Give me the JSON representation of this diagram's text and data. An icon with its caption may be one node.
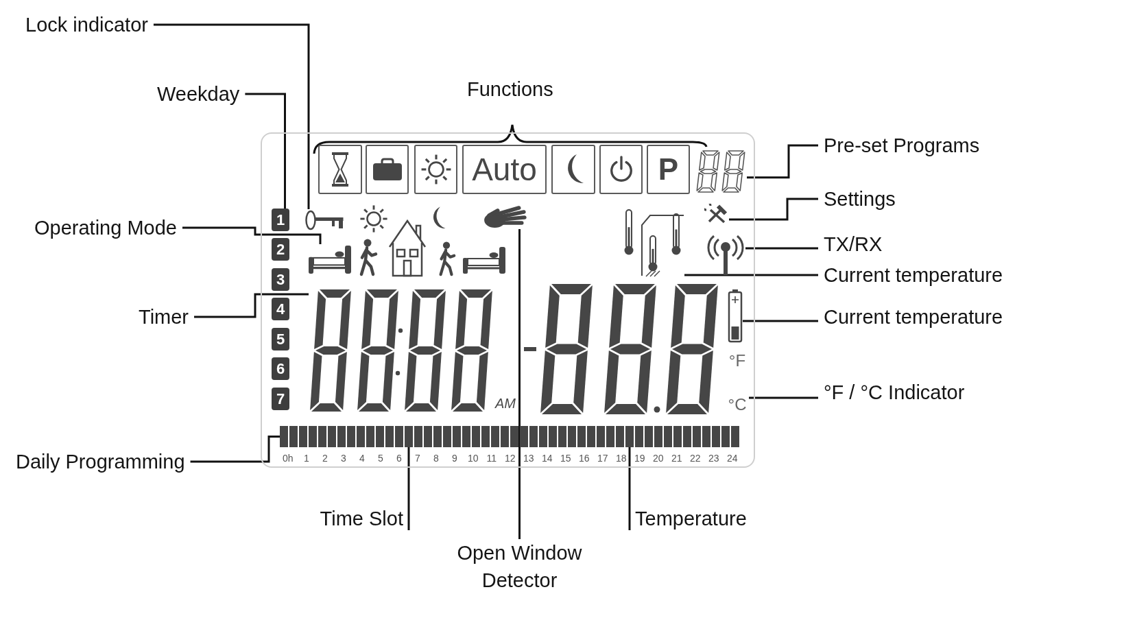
{
  "diagram": {
    "nodes": [
      {
        "text": [
          "Lock indicator"
        ]
      },
      {
        "text": [
          "Weekday"
        ]
      },
      {
        "text": [
          "Pre-set Programs"
        ]
      },
      {
        "text": [
          "Settings"
        ]
      },
      {
        "text": [
          "Operating Mode"
        ]
      },
      {
        "text": [
          "TX/RX"
        ]
      },
      {
        "text": [
          "Current temperature"
        ]
      },
      {
        "text": [
          "Timer"
        ]
      },
      {
        "text": [
          "Current temperature"
        ]
      },
      {
        "text": [
          "°F / °C Indicator"
        ]
      },
      {
        "text": [
          "Daily Programming"
        ]
      },
      {
        "text": [
          "Time Slot"
        ]
      },
      {
        "text": [
          "Temperature"
        ]
      },
      {
        "text": [
          "Open Window Detector"
        ]
      },
      {
        "text": [],
        "shape": "box"
      },
      {
        "text": [],
        "shape": "box",
        "in": 14
      },
      {
        "text": [],
        "shape": "box",
        "in": 14
      },
      {
        "text": [],
        "shape": "box",
        "in": 14
      },
      {
        "text": [
          "Auto"
        ],
        "in": 14
      },
      {
        "text": [],
        "shape": "box",
        "in": 14
      },
      {
        "text": [],
        "shape": "box",
        "in": 14
      },
      {
        "text": [
          "P"
        ],
        "in": 14
      },
      {
        "text": [],
        "shape": "picture",
        "in": 14
      },
      {
        "text": [
          "1"
        ],
        "in": 14
      },
      {
        "text": [
          "2"
        ],
        "in": 14
      },
      {
        "text": [
          "3"
        ],
        "in": 14
      },
      {
        "text": [
          "4"
        ],
        "in": 14
      },
      {
        "text": [
          "5"
        ],
        "in": 14
      },
      {
        "text": [
          "6"
        ],
        "in": 14
      },
      {
        "text": [
          "7"
        ],
        "in": 14
      },
      {
        "text": [],
        "shape": "picture",
        "in": 14
      },
      {
        "text": [],
        "shape": "picture",
        "in": 14
      },
      {
        "text": [],
        "shape": "picture",
        "in": 14
      },
      {
        "text": [],
        "shape": "picture",
        "in": 14
      },
      {
        "text": [],
        "shape": "picture",
        "in": 14
      },
      {
        "text": [],
        "shape": "picture",
        "in": 14
      },
      {
        "text": [],
        "shape": "picture",
        "in": 14
      },
      {
        "text": [],
        "shape": "picture",
        "in": 14
      },
      {
        "text": [
          "°F",
          "°C"
        ],
        "in": 14
      },
      {
        "text": [],
        "shape": "bar",
        "in": 14
      },
      {
        "text": [],
        "shape": "bar",
        "in": 39
      },
      {
        "text": [],
        "shape": "bar",
        "in": 39
      }
    ],
    "edges": [
      {
        "from": 0,
        "to": 30,
        "arrow": "none"
      },
      {
        "from": 1,
        "to": 23,
        "arrow": "none"
      },
      {
        "from": 2,
        "to": 22,
        "arrow": "none"
      },
      {
        "from": 3,
        "to": 34,
        "arrow": "none"
      },
      {
        "from": 4,
        "to": 31,
        "arrow": "none"
      },
      {
        "from": 5,
        "to": 35,
        "arrow": "none"
      },
      {
        "from": 6,
        "to": 33,
        "arrow": "none"
      },
      {
        "from": 7,
        "to": 36,
        "arrow": "none"
      },
      {
        "from": 8,
        "to": 37,
        "arrow": "none"
      },
      {
        "from": 9,
        "to": 38,
        "arrow": "none"
      },
      {
        "from": 10,
        "to": 39,
        "arrow": "none"
      },
      {
        "from": 11,
        "to": 40,
        "arrow": "none"
      },
      {
        "from": 12,
        "to": 41,
        "arrow": "none"
      },
      {
        "from": 13,
        "to": 32,
        "arrow": "none"
      }
    ],
    "labels": [
      "Functions",
      "AM",
      "0h",
      "1",
      "2",
      "3",
      "4",
      "5",
      "6",
      "7",
      "8",
      "9",
      "10",
      "11",
      "12",
      "13",
      "14",
      "15",
      "16",
      "17",
      "18",
      "19",
      "20",
      "21",
      "22",
      "23",
      "24"
    ]
  }
}
